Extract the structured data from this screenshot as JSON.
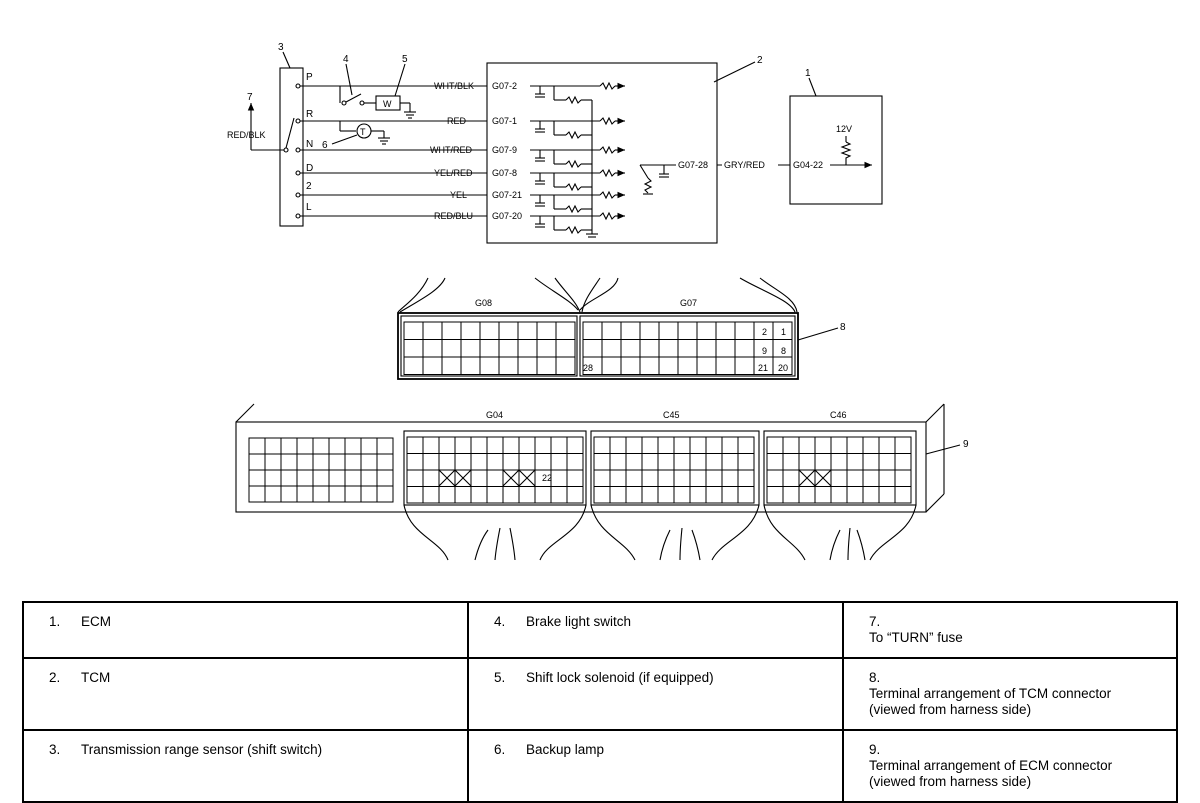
{
  "diagram": {
    "callouts": [
      "1",
      "2",
      "3",
      "4",
      "5",
      "6",
      "7",
      "8",
      "9"
    ],
    "switch_positions": [
      "P",
      "R",
      "N",
      "D",
      "2",
      "L"
    ],
    "wires": {
      "p": {
        "color": "WHT/BLK",
        "pin": "G07-2"
      },
      "r": {
        "color": "RED",
        "pin": "G07-1"
      },
      "n": {
        "color": "WHT/RED",
        "pin": "G07-9"
      },
      "d": {
        "color": "YEL/RED",
        "pin": "G07-8"
      },
      "two": {
        "color": "YEL",
        "pin": "G07-21"
      },
      "l": {
        "color": "RED/BLU",
        "pin": "G07-20"
      }
    },
    "fuse_wire": "RED/BLK",
    "output": {
      "pin": "G07-28",
      "color": "GRY/RED",
      "ecm_pin": "G04-22",
      "voltage": "12V"
    },
    "symbols": {
      "solenoid": "W",
      "lamp": "T"
    },
    "connectors": {
      "tcm": [
        "G08",
        "G07"
      ],
      "tcm_pins": [
        "2",
        "1",
        "9",
        "8",
        "21",
        "20",
        "28"
      ],
      "ecm": [
        "G04",
        "C45",
        "C46"
      ],
      "ecm_pin": "22"
    }
  },
  "legend": [
    [
      {
        "num": "1.",
        "text": "ECM"
      },
      {
        "num": "4.",
        "text": "Brake light switch"
      },
      {
        "num": "7.",
        "text": "To “TURN” fuse"
      }
    ],
    [
      {
        "num": "2.",
        "text": "TCM"
      },
      {
        "num": "5.",
        "text": "Shift lock solenoid (if equipped)"
      },
      {
        "num": "8.",
        "text": "Terminal arrangement of TCM connector (viewed from harness side)"
      }
    ],
    [
      {
        "num": "3.",
        "text": "Transmission range sensor (shift switch)"
      },
      {
        "num": "6.",
        "text": "Backup lamp"
      },
      {
        "num": "9.",
        "text": "Terminal arrangement of ECM connector (viewed from harness side)"
      }
    ]
  ]
}
